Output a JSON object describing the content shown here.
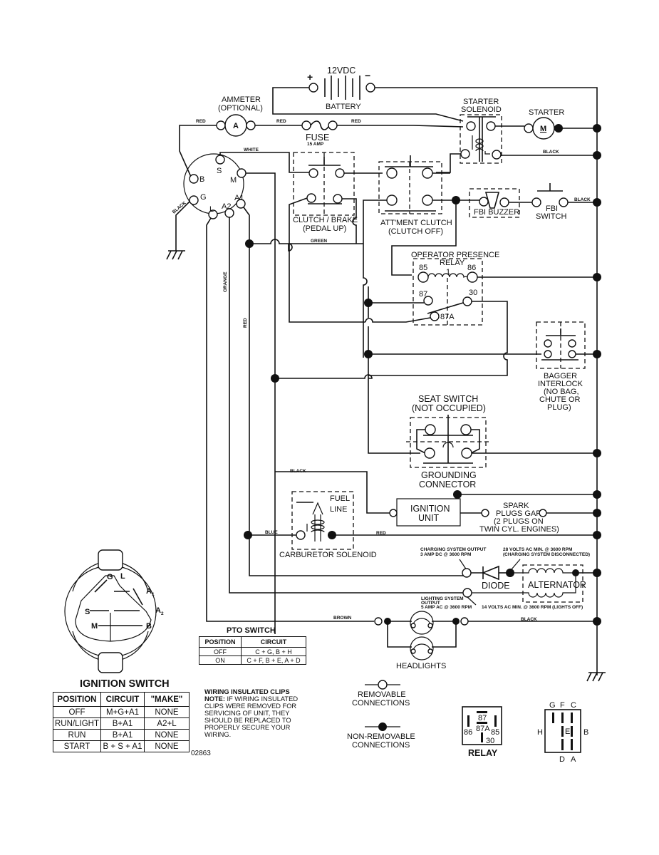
{
  "diagram": {
    "title": "Riding Mower Wiring Schematic",
    "battery": {
      "voltage": "12VDC",
      "label": "BATTERY",
      "positive": "+",
      "negative": "−"
    },
    "ammeter": {
      "label_line1": "AMMETER",
      "label_line2": "(OPTIONAL)",
      "symbol": "A"
    },
    "fuse": {
      "label": "FUSE",
      "rating": "15 AMP"
    },
    "starter_solenoid": {
      "label_line1": "STARTER",
      "label_line2": "SOLENOID"
    },
    "starter": {
      "label": "STARTER",
      "symbol": "M"
    },
    "ignition_switch_terminals": [
      "B",
      "S",
      "M",
      "G",
      "A1",
      "L",
      "A2"
    ],
    "clutch_brake": {
      "label_line1": "CLUTCH / BRAKE",
      "label_line2": "(PEDAL UP)"
    },
    "attachment_clutch": {
      "label_line1": "ATT'MENT CLUTCH",
      "label_line2": "(CLUTCH OFF)"
    },
    "fbi_buzzer": {
      "label": "FBI BUZZER"
    },
    "fbi_switch": {
      "label_line1": "FBI",
      "label_line2": "SWITCH"
    },
    "operator_presence_relay": {
      "label_line1": "OPERATOR PRESENCE",
      "label_line2": "RELAY",
      "coil_number": "1",
      "pins": {
        "p85": "85",
        "p86": "86",
        "p87": "87",
        "p30": "30",
        "p87a": "87A"
      }
    },
    "bagger_interlock": {
      "lines": [
        "BAGGER",
        "INTERLOCK",
        "(NO BAG,",
        "CHUTE OR",
        "PLUG)"
      ]
    },
    "seat_switch": {
      "label_line1": "SEAT SWITCH",
      "label_line2": "(NOT OCCUPIED)"
    },
    "grounding_connector": {
      "label_line1": "GROUNDING",
      "label_line2": "CONNECTOR"
    },
    "carburetor_solenoid": {
      "label": "CARBURETOR SOLENOID",
      "fuel_line1": "FUEL",
      "fuel_line2": "LINE"
    },
    "ignition_unit": {
      "label_line1": "IGNITION",
      "label_line2": "UNIT"
    },
    "spark_plugs": {
      "lines": [
        "SPARK",
        "PLUGS GAP",
        "(2 PLUGS ON",
        "TWIN CYL. ENGINES)"
      ]
    },
    "charging_output": {
      "line1": "CHARGING SYSTEM OUTPUT",
      "line2": "3 AMP DC @ 3600 RPM"
    },
    "alternator_open": {
      "line1": "28 VOLTS AC MIN. @ 3600 RPM",
      "line2": "(CHARGING SYSTEM DISCONNECTED)"
    },
    "diode": {
      "label": "DIODE"
    },
    "alternator": {
      "label": "ALTERNATOR"
    },
    "lighting_output": {
      "line1": "LIGHTING SYSTEM",
      "line2": "OUTPUT",
      "line3": "5 AMP AC @ 3600 RPM"
    },
    "lights_off_note": "14 VOLTS AC MIN. @ 3600 RPM (LIGHTS OFF)",
    "headlights": {
      "label": "HEADLIGHTS"
    },
    "wire_colors": {
      "red1": "RED",
      "red2": "RED",
      "red3": "RED",
      "white": "WHITE",
      "black_ground": "BLACK",
      "black_starter": "BLACK",
      "black_fbi": "BLACK",
      "green": "GREEN",
      "orange": "ORANGE",
      "red_vertical": "RED",
      "black_ignition": "BLACK",
      "blue": "BLUE",
      "red_carb": "RED",
      "brown": "BROWN",
      "black_headlight": "BLACK"
    },
    "ign_switch_face": {
      "G": "G",
      "L": "L",
      "A1": "A",
      "A1sub": "1",
      "A2": "A",
      "A2sub": "2",
      "S": "S",
      "M": "M",
      "B": "B"
    }
  },
  "ignition_switch_table": {
    "title": "IGNITION SWITCH",
    "headers": [
      "POSITION",
      "CIRCUIT",
      "\"MAKE\""
    ],
    "rows": [
      [
        "OFF",
        "M+G+A1",
        "NONE"
      ],
      [
        "RUN/LIGHT",
        "B+A1",
        "A2+L"
      ],
      [
        "RUN",
        "B+A1",
        "NONE"
      ],
      [
        "START",
        "B + S + A1",
        "NONE"
      ]
    ]
  },
  "pto_switch_table": {
    "title": "PTO SWITCH",
    "headers": [
      "POSITION",
      "CIRCUIT"
    ],
    "rows": [
      [
        "OFF",
        "C + G, B + H"
      ],
      [
        "ON",
        "C + F, B + E, A + D"
      ]
    ]
  },
  "note": {
    "heading": "WIRING INSULATED CLIPS",
    "prefix": "NOTE:",
    "text": "IF WIRING INSULATED CLIPS WERE REMOVED FOR SERVICING OF UNIT, THEY SHOULD BE REPLACED TO PROPERLY SECURE YOUR WIRING."
  },
  "document_number": "02863",
  "legend": {
    "removable_line1": "REMOVABLE",
    "removable_line2": "CONNECTIONS",
    "nonremovable_line1": "NON-REMOVABLE",
    "nonremovable_line2": "CONNECTIONS"
  },
  "relay_pinout": {
    "label": "RELAY",
    "pins": {
      "p87": "87",
      "p87a": "87A",
      "p86": "86",
      "p85": "85",
      "p30": "30"
    }
  },
  "pto_pinout": {
    "top": [
      "G",
      "F",
      "C"
    ],
    "left": "H",
    "center": "E",
    "right": "B",
    "bottom": [
      "D",
      "A"
    ]
  }
}
